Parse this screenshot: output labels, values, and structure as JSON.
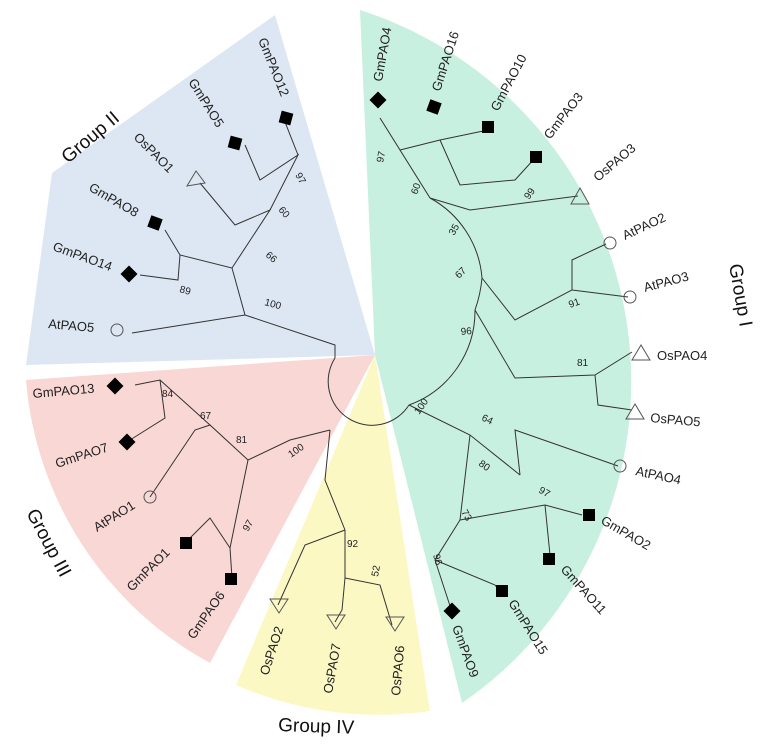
{
  "groups": [
    {
      "key": "g1",
      "label": "Group I",
      "color": "#c8f0e0"
    },
    {
      "key": "g2",
      "label": "Group II",
      "color": "#dde7f4"
    },
    {
      "key": "g3",
      "label": "Group III",
      "color": "#f9d7d5"
    },
    {
      "key": "g4",
      "label": "Group IV",
      "color": "#fbf8c4"
    }
  ],
  "legend_shapes": {
    "GmPAO": "filled-diamond",
    "OsPAO": "open-triangle",
    "AtPAO": "open-circle"
  },
  "taxa": [
    {
      "id": "GmPAO4",
      "label": "GmPAO4"
    },
    {
      "id": "GmPAO16",
      "label": "GmPAO16"
    },
    {
      "id": "GmPAO10",
      "label": "GmPAO10"
    },
    {
      "id": "GmPAO3",
      "label": "GmPAO3"
    },
    {
      "id": "OsPAO3",
      "label": "OsPAO3"
    },
    {
      "id": "AtPAO2",
      "label": "AtPAO2"
    },
    {
      "id": "AtPAO3",
      "label": "AtPAO3"
    },
    {
      "id": "OsPAO4",
      "label": "OsPAO4"
    },
    {
      "id": "OsPAO5",
      "label": "OsPAO5"
    },
    {
      "id": "AtPAO4",
      "label": "AtPAO4"
    },
    {
      "id": "GmPAO2",
      "label": "GmPAO2"
    },
    {
      "id": "GmPAO11",
      "label": "GmPAO11"
    },
    {
      "id": "GmPAO15",
      "label": "GmPAO15"
    },
    {
      "id": "GmPAO9",
      "label": "GmPAO9"
    },
    {
      "id": "OsPAO6",
      "label": "OsPAO6"
    },
    {
      "id": "OsPAO7",
      "label": "OsPAO7"
    },
    {
      "id": "OsPAO2",
      "label": "OsPAO2"
    },
    {
      "id": "GmPAO6",
      "label": "GmPAO6"
    },
    {
      "id": "GmPAO1",
      "label": "GmPAO1"
    },
    {
      "id": "AtPAO1",
      "label": "AtPAO1"
    },
    {
      "id": "GmPAO7",
      "label": "GmPAO7"
    },
    {
      "id": "GmPAO13",
      "label": "GmPAO13"
    },
    {
      "id": "AtPAO5",
      "label": "AtPAO5"
    },
    {
      "id": "GmPAO14",
      "label": "GmPAO14"
    },
    {
      "id": "GmPAO8",
      "label": "GmPAO8"
    },
    {
      "id": "OsPAO1",
      "label": "OsPAO1"
    },
    {
      "id": "GmPAO5",
      "label": "GmPAO5"
    },
    {
      "id": "GmPAO12",
      "label": "GmPAO12"
    }
  ],
  "bootstrap": [
    {
      "clade": "GmPAO4+GmPAO16",
      "value": "97"
    },
    {
      "clade": "GmPAO10+GmPAO3",
      "value": "99"
    },
    {
      "clade": "GmPAO4/16/10/3",
      "value": "60"
    },
    {
      "clade": "+OsPAO3",
      "value": "35"
    },
    {
      "clade": "AtPAO2+AtPAO3",
      "value": "91"
    },
    {
      "clade": "upper Group I",
      "value": "67"
    },
    {
      "clade": "OsPAO4+OsPAO5",
      "value": "81"
    },
    {
      "clade": "GmPAO2+GmPAO11",
      "value": "97"
    },
    {
      "clade": "GmPAO15+GmPAO9",
      "value": "96"
    },
    {
      "clade": "Gm2/11/15/9",
      "value": "73"
    },
    {
      "clade": "+AtPAO4",
      "value": "80"
    },
    {
      "clade": "+OsPAO4/5",
      "value": "64"
    },
    {
      "clade": "Group I",
      "value": "96"
    },
    {
      "clade": "Group I + Group IV",
      "value": "100"
    },
    {
      "clade": "OsPAO6+OsPAO7",
      "value": "52"
    },
    {
      "clade": "Group IV",
      "value": "92"
    },
    {
      "clade": "GmPAO6+GmPAO1",
      "value": "97"
    },
    {
      "clade": "GmPAO7+GmPAO13",
      "value": "84"
    },
    {
      "clade": "+AtPAO1",
      "value": "67"
    },
    {
      "clade": "Group III inner",
      "value": "81"
    },
    {
      "clade": "Group III",
      "value": "100"
    },
    {
      "clade": "GmPAO5+GmPAO12",
      "value": "97"
    },
    {
      "clade": "+OsPAO1",
      "value": "60"
    },
    {
      "clade": "+GmPAO8/14",
      "value": "66"
    },
    {
      "clade": "Group II",
      "value": "100"
    },
    {
      "clade": "GmPAO14+GmPAO8",
      "value": "89"
    }
  ]
}
